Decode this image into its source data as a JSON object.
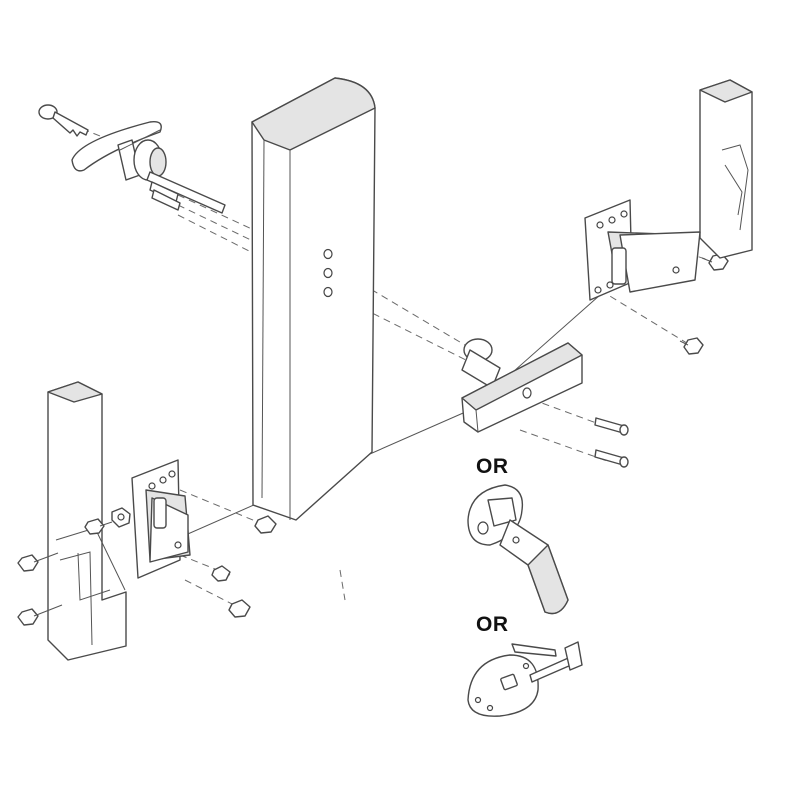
{
  "diagram": {
    "alternatives": [
      {
        "label": "OR",
        "part": "cam-lever"
      },
      {
        "label": "OR",
        "part": "bolt-plate-with-rod"
      }
    ],
    "colors": {
      "line": "#4a4a4a",
      "fill": "#ffffff",
      "shade": "#e4e4e4",
      "label": "#111111"
    }
  }
}
